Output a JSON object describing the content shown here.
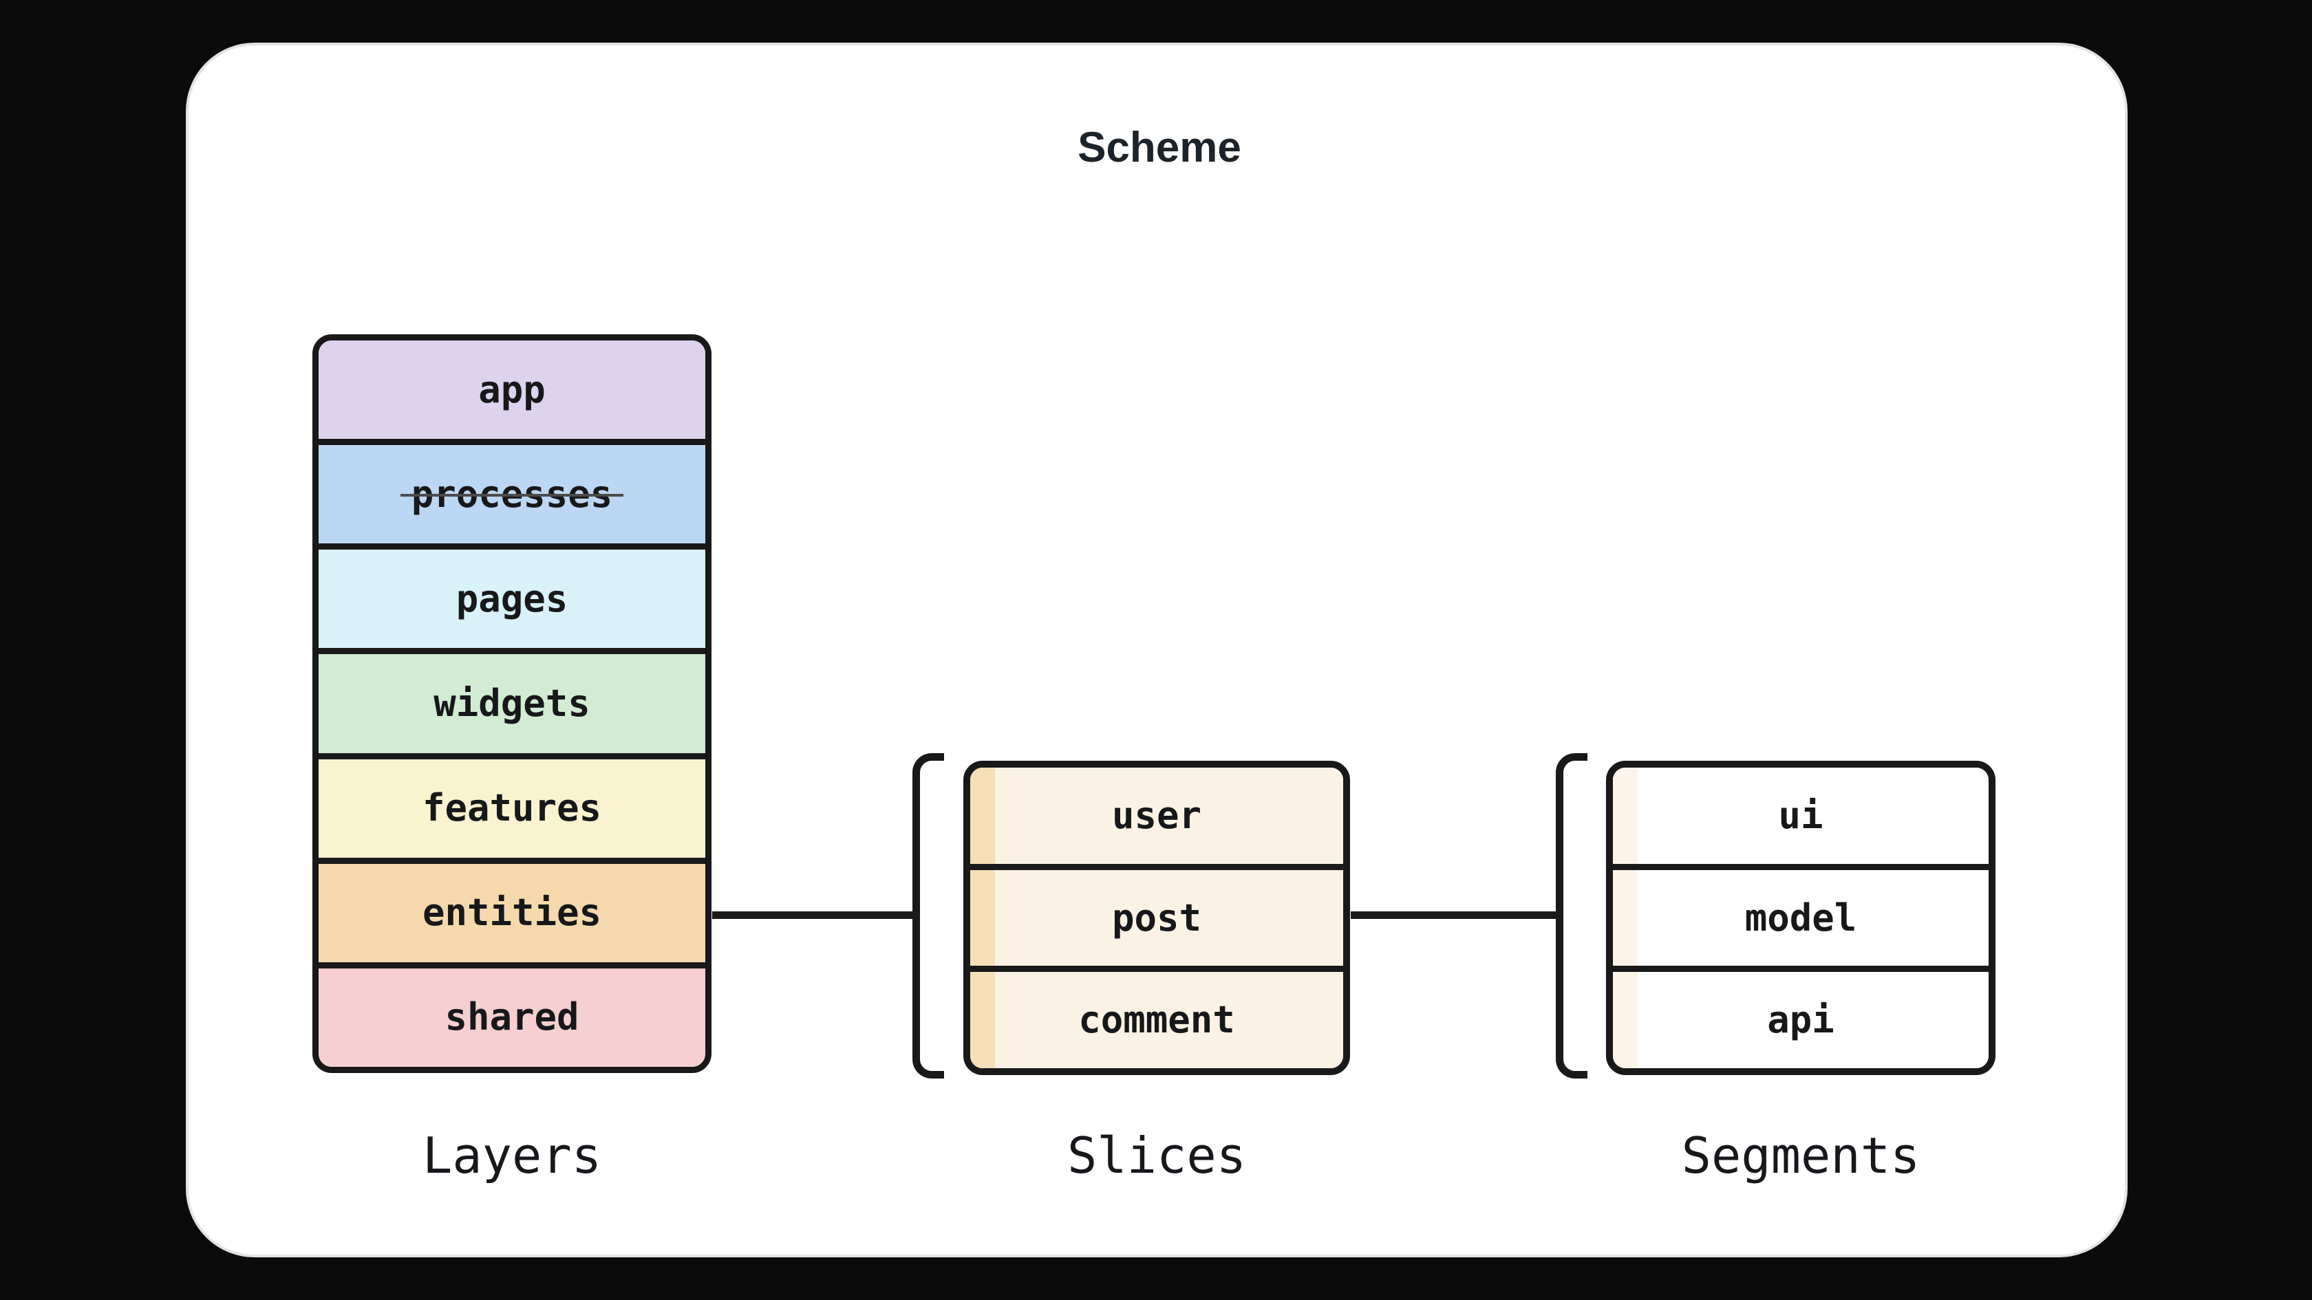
{
  "figure": {
    "title": "Scheme",
    "colors": {
      "page_bg": "#0b0b0b",
      "card_bg": "#ffffff",
      "card_border": "#e3e3e3",
      "stroke": "#191919",
      "text": "#17181a"
    },
    "layers": {
      "label": "Layers",
      "items": [
        {
          "label": "app",
          "bg": "#ded3ee"
        },
        {
          "label": "processes",
          "bg": "#bcd7f3",
          "strikethrough": true
        },
        {
          "label": "pages",
          "bg": "#d9f1f9"
        },
        {
          "label": "widgets",
          "bg": "#d2ecd4"
        },
        {
          "label": "features",
          "bg": "#faf3cf"
        },
        {
          "label": "entities",
          "bg": "#f5d9ad"
        },
        {
          "label": "shared",
          "bg": "#f6cfd0"
        }
      ]
    },
    "slices": {
      "label": "Slices",
      "row_bg": "#faf2e4",
      "band_bg": "#f6dfb6",
      "items": [
        {
          "label": "user"
        },
        {
          "label": "post"
        },
        {
          "label": "comment"
        }
      ]
    },
    "segments": {
      "label": "Segments",
      "row_bg": "#ffffff",
      "band_bg": "#fcf4e9",
      "items": [
        {
          "label": "ui"
        },
        {
          "label": "model"
        },
        {
          "label": "api"
        }
      ]
    }
  }
}
